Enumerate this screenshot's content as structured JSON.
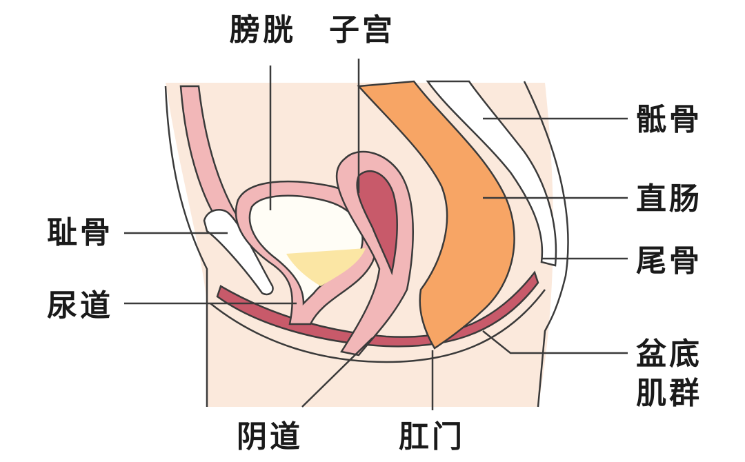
{
  "labels": {
    "bladder": "膀胱",
    "uterus": "子宫",
    "sacrum": "骶骨",
    "rectum": "直肠",
    "pubic_bone": "耻骨",
    "urethra": "尿道",
    "coccyx": "尾骨",
    "pelvic_floor_line1": "盆底",
    "pelvic_floor_line2": "肌群",
    "vagina": "阴道",
    "anus": "肛门"
  },
  "colors": {
    "skin": "#fbe9dc",
    "pink_wall": "#f2b7b8",
    "dark_pink": "#c85a6a",
    "bladder_inner": "#fffdf6",
    "urine": "#fbe6a4",
    "rectum": "#f7a565",
    "bone": "#ffffff"
  }
}
